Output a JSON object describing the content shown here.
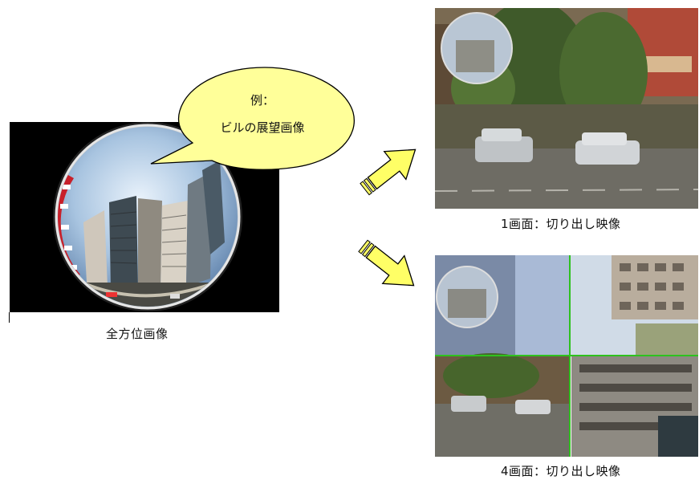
{
  "callout": {
    "line1": "例：",
    "line2": "ビルの展望画像"
  },
  "captions": {
    "omni": "全方位画像",
    "single": "1画面：切り出し映像",
    "quad": "4画面：切り出し映像"
  },
  "colors": {
    "bubble_fill": "#ffff99",
    "arrow_fill": "#ffff66",
    "divider": "#2ec21e"
  }
}
